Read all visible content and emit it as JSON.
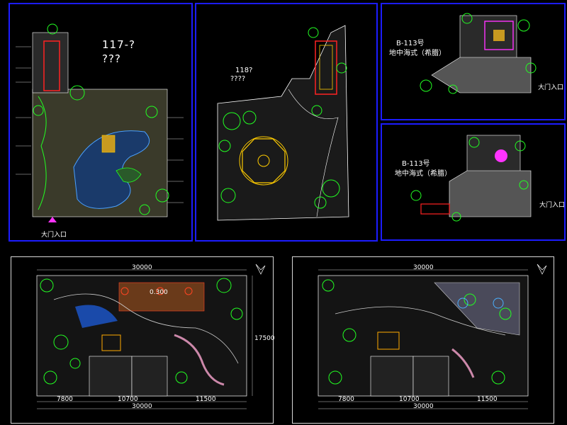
{
  "panels": {
    "p117": {
      "title_line1": "117-?",
      "title_line2": "???",
      "entrance": "大门入口"
    },
    "p118": {
      "title_line1": "118?",
      "title_line2": "????"
    },
    "p113a": {
      "title_line1": "B-113号",
      "title_line2": "地中海式（希腊）",
      "entrance": "大门入口"
    },
    "p113b": {
      "title_line1": "B-113号",
      "title_line2": "地中海式（希腊）",
      "entrance": "大门入口"
    },
    "planA": {
      "dim_top": "30000",
      "dim_right": "17500",
      "dims_bottom": [
        "7800",
        "10700",
        "11500"
      ],
      "dim_total": "30000",
      "note": "0.300"
    },
    "planB": {
      "dim_top": "30000",
      "dims_bottom": [
        "7800",
        "10700",
        "11500"
      ],
      "dim_total": "30000"
    }
  },
  "colors": {
    "panel_border": "#1c1cff",
    "plant": "#22ff22",
    "outline": "#ffffff",
    "accent_red": "#ff2222",
    "accent_yellow": "#ffcc00",
    "accent_magenta": "#ff33ff",
    "water": "#2a6aff"
  }
}
